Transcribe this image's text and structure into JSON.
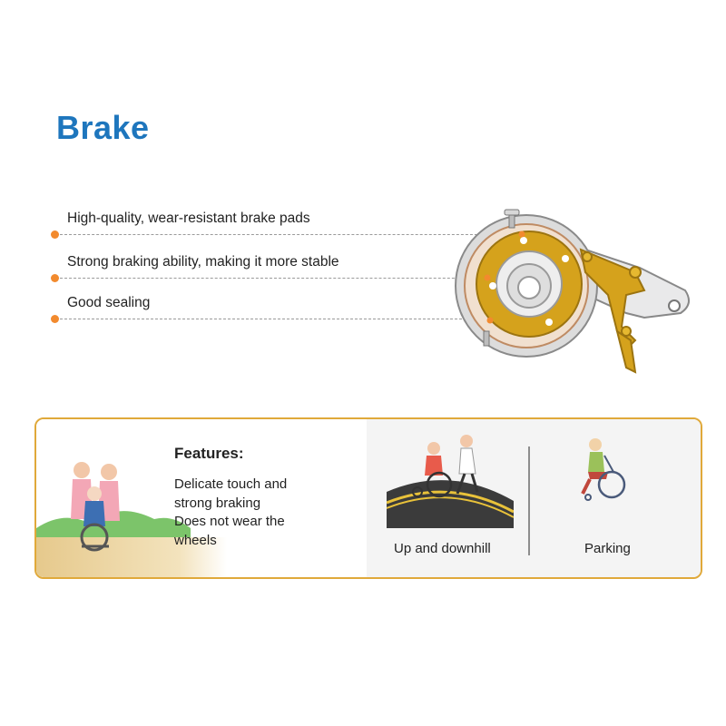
{
  "title": "Brake",
  "callouts": [
    {
      "label": "High-quality, wear-resistant brake pads"
    },
    {
      "label": "Strong braking ability, making it more stable"
    },
    {
      "label": "Good sealing"
    }
  ],
  "features": {
    "title": "Features:",
    "lines": [
      "Delicate touch and",
      "strong braking",
      "Does not wear the",
      "wheels"
    ]
  },
  "scenarios": [
    {
      "label": "Up and downhill"
    },
    {
      "label": "Parking"
    }
  ],
  "colors": {
    "title": "#1e76bd",
    "callout_dot": "#f28a2e",
    "panel_border": "#e0a93a",
    "brass": "#d5a21c"
  }
}
